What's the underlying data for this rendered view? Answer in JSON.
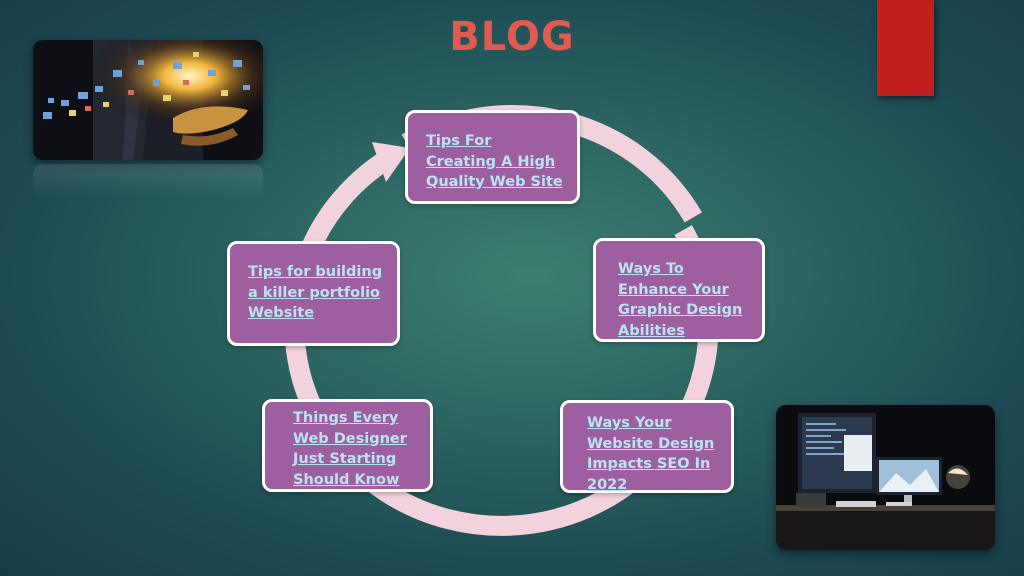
{
  "title": "BLOG",
  "colors": {
    "title": "#e05a4f",
    "ribbon": "#c0201f",
    "node_fill": "#9e5fa0",
    "node_border": "#ffffff",
    "link": "#b9e4f2",
    "arrow": "#f2d3dc"
  },
  "nodes": [
    {
      "label": "Tips For Creating A High Quality Web Site"
    },
    {
      "label": "Ways To Enhance Your Graphic Design Abilities"
    },
    {
      "label": "Ways Your Website Design Impacts SEO In 2022"
    },
    {
      "label": "Things Every Web Designer Just Starting Should Know"
    },
    {
      "label": "Tips for building a killer portfolio Website"
    }
  ],
  "images": {
    "top_left": "digital-media-hand-photo",
    "bottom_right": "desk-monitors-photo"
  }
}
